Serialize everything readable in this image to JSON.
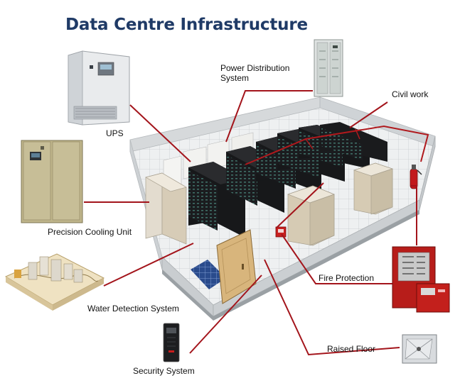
{
  "title": "Data Centre Infrastructure",
  "labels": {
    "ups": "UPS",
    "pds_line1": "Power Distribution",
    "pds_line2": "System",
    "civil": "Civil work",
    "cooling": "Precision Cooling Unit",
    "fire": "Fire Protection",
    "water": "Water Detection System",
    "security": "Security System",
    "floor": "Raised Floor"
  },
  "colors": {
    "title": "#1f3a66",
    "leader_line": "#a3141b",
    "rack": "#1c1c1e",
    "cabinet": "#d9cdb8",
    "floor": "#e9eced"
  },
  "icons": [
    "ups-icon",
    "power-distribution-cabinet-icon",
    "precision-cooling-unit-icon",
    "water-detection-system-icon",
    "security-keypad-icon",
    "fire-alarm-panel-icon",
    "raised-floor-tile-icon",
    "fire-extinguisher-icon",
    "door-icon"
  ]
}
